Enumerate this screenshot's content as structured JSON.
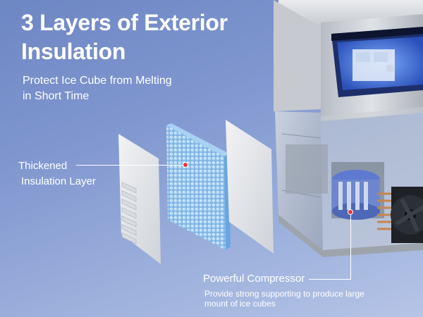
{
  "headline": {
    "title_line1": "3 Layers of Exterior",
    "title_line2": "Insulation",
    "subtitle_line1": "Protect Ice Cube from Melting",
    "subtitle_line2": "in Short Time"
  },
  "insulation_callout": {
    "line1": "Thickened",
    "line2": "Insulation Layer"
  },
  "compressor_callout": {
    "title": "Powerful Compressor",
    "desc_line1": "Provide strong supporting to produce large",
    "desc_line2": "mount of ice cubes"
  },
  "colors": {
    "accent_dot": "#e23b3b",
    "background": "#7f96cf",
    "insulation_blue": "#8fc0ec",
    "steel": "#c8ccd2"
  },
  "icons": [
    "ice-machine-illustration",
    "insulation-layers-illustration",
    "compressor-illustration",
    "fan-icon"
  ]
}
